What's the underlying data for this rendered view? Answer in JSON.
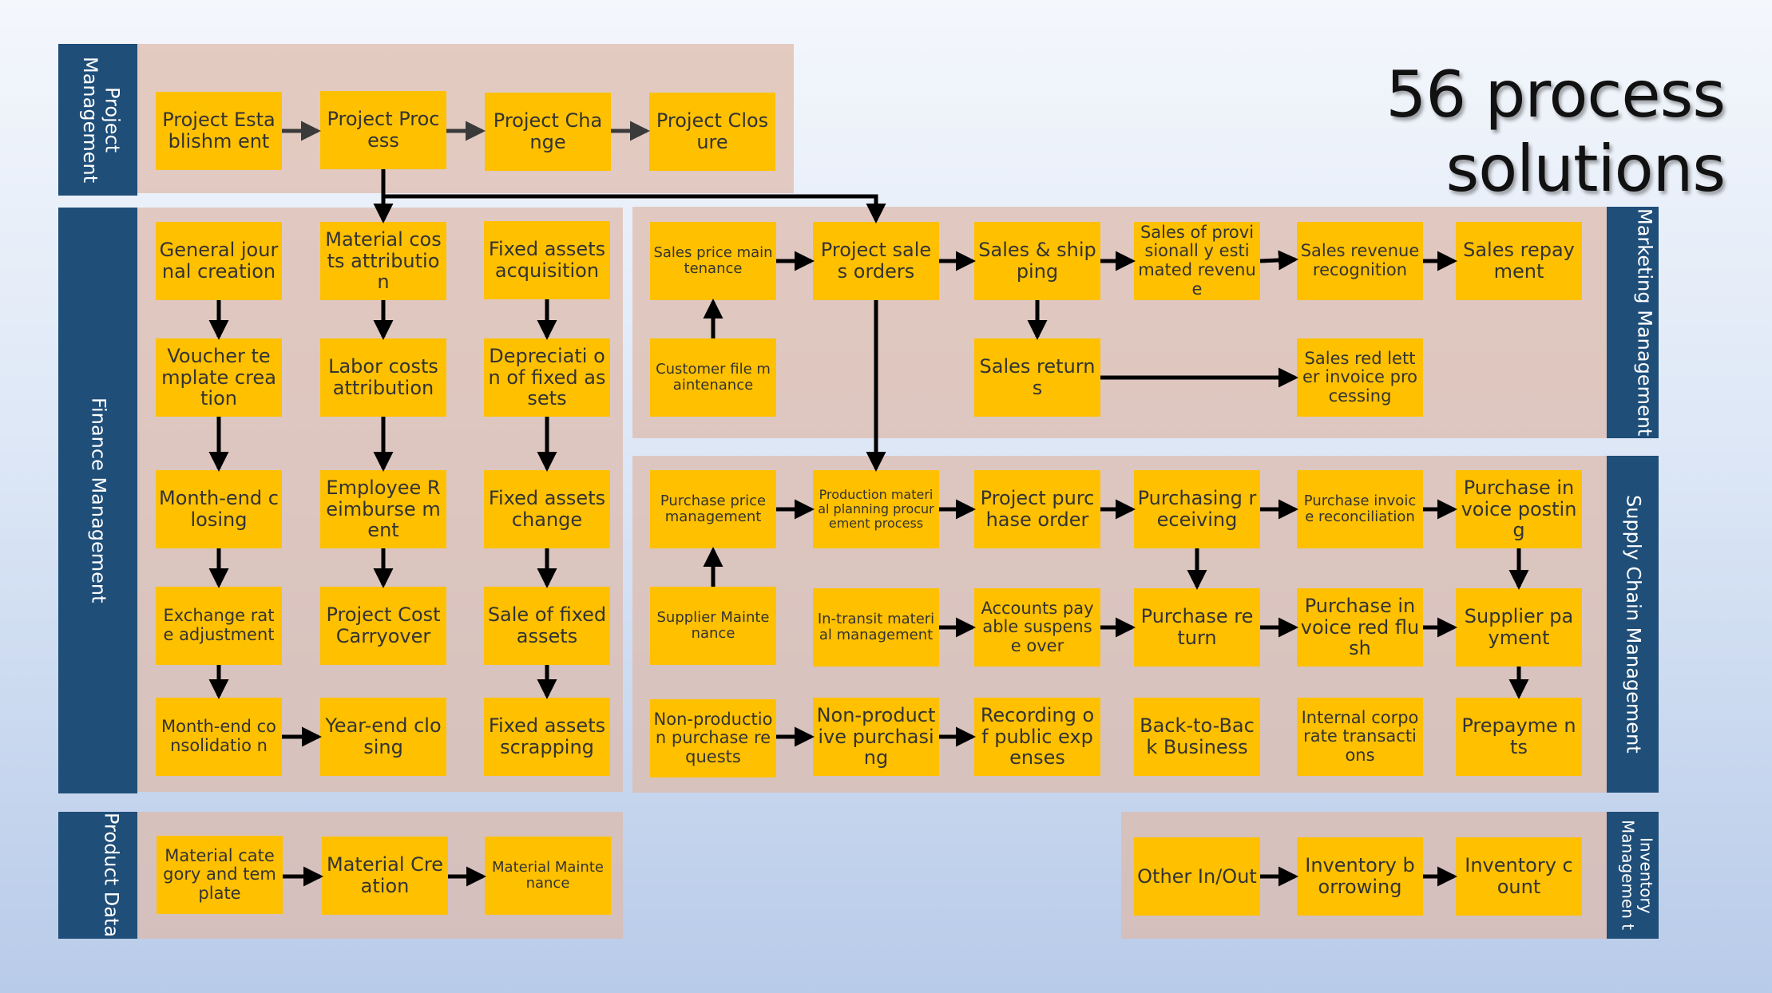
{
  "title": "56 process solutions",
  "colors": {
    "sidebar": "#1f4e79",
    "box": "#ffc000",
    "panel": "#dcb9aa",
    "arrow": "#000000"
  },
  "sections": {
    "project": "Project Management",
    "finance": "Finance Management",
    "product": "Product Data",
    "marketing": "Marketing Management",
    "supply": "Supply Chain Management",
    "inventory": "Inventory Managemen t"
  },
  "project": {
    "establishment": "Project Establishm ent",
    "process": "Project Process",
    "change": "Project Change",
    "closure": "Project Closure"
  },
  "finance": {
    "general_journal": "General journal creation",
    "material_costs": "Material costs attribution",
    "fixed_acquisition": "Fixed assets acquisition",
    "voucher_template": "Voucher template creation",
    "labor_costs": "Labor costs attribution",
    "depreciation": "Depreciati on of fixed assets",
    "month_end_closing": "Month-end closing",
    "employee_reimbursement": "Employee Reimburse ment",
    "fixed_change": "Fixed assets change",
    "exchange_rate": "Exchange rate adjustment",
    "cost_carryover": "Project Cost Carryover",
    "sale_fixed": "Sale of fixed assets",
    "consolidation": "Month-end consolidatio n",
    "year_end": "Year-end closing",
    "scrapping": "Fixed assets scrapping"
  },
  "product": {
    "category": "Material category and template",
    "creation": "Material Creation",
    "maintenance": "Material Maintenance"
  },
  "marketing": {
    "price_maintenance": "Sales price maintenance",
    "sales_orders": "Project sales orders",
    "shipping": "Sales & shipping",
    "provisional": "Sales of provisionall y estimated revenue",
    "revenue_recognition": "Sales revenue recognition",
    "repayment": "Sales repayment",
    "customer_file": "Customer file maintenance",
    "returns": "Sales returns",
    "red_letter": "Sales red letter invoice processing"
  },
  "supply": {
    "purchase_price": "Purchase price management",
    "mrp": "Production material planning procurement process",
    "purchase_order": "Project purchase order",
    "receiving": "Purchasing receiving",
    "reconciliation": "Purchase invoice reconciliation",
    "invoice_posting": "Purchase invoice posting",
    "supplier_maintenance": "Supplier Maintenance",
    "in_transit": "In-transit material management",
    "suspense": "Accounts payable suspense over",
    "purchase_return": "Purchase return",
    "red_flush": "Purchase invoice red flush",
    "supplier_payment": "Supplier payment",
    "non_prod_requests": "Non-production purchase requests",
    "non_prod_purchasing": "Non-productive purchasing",
    "public_expenses": "Recording of public expenses",
    "back_to_back": "Back-to-Back Business",
    "internal": "Internal corporate transactions",
    "prepayments": "Prepayme nts"
  },
  "inventory": {
    "other_in_out": "Other In/Out",
    "borrowing": "Inventory borrowing",
    "count": "Inventory count"
  }
}
